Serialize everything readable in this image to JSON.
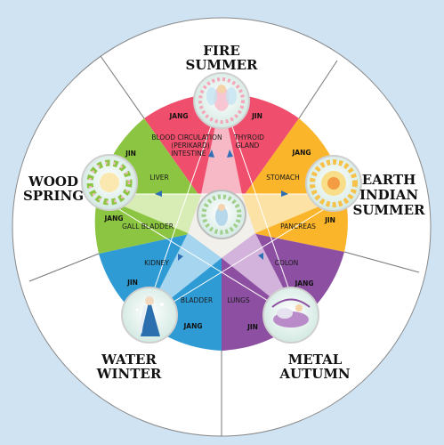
{
  "elements": {
    "fire": {
      "name": "FIRE",
      "season": "SUMMER"
    },
    "earth": {
      "name": "EARTH",
      "season_1": "INDIAN",
      "season_2": "SUMMER"
    },
    "metal": {
      "name": "METAL",
      "season": "AUTUMN"
    },
    "water": {
      "name": "WATER",
      "season": "WINTER"
    },
    "wood": {
      "name": "WOOD",
      "season": "SPRING"
    }
  },
  "organs": {
    "blood_circulation": [
      "BLOOD CIRCULATION",
      "(PERIKARD)",
      "INTESTINE"
    ],
    "thyroid": [
      "THYROID",
      "GLAND"
    ],
    "stomach": "STOMACH",
    "pancreas": "PANCREAS",
    "colon": "COLON",
    "lungs": "LUNGS",
    "bladder": "BLADDER",
    "kidney": "KIDNEY",
    "gall_bladder": "GALL BLADDER",
    "liver": "LIVER"
  },
  "poles": {
    "yang": "JANG",
    "yin": "JIN"
  },
  "colors": {
    "background": "#cfe3f3",
    "fire": "#ef4f6c",
    "earth": "#fbb52a",
    "metal": "#8d4fa2",
    "water": "#2f9bd5",
    "wood": "#8cc541",
    "star_fire": "#f7b9c5",
    "star_earth": "#fde2a6",
    "star_metal": "#d3b3dc",
    "star_water": "#a6d5ef",
    "star_wood": "#d8ecb5"
  },
  "icons": [
    "fairy-medallion-icon",
    "sun-mandala-icon",
    "winter-fairy-icon",
    "autumn-fairy-icon",
    "flower-wreath-icon",
    "center-fairy-icon"
  ]
}
